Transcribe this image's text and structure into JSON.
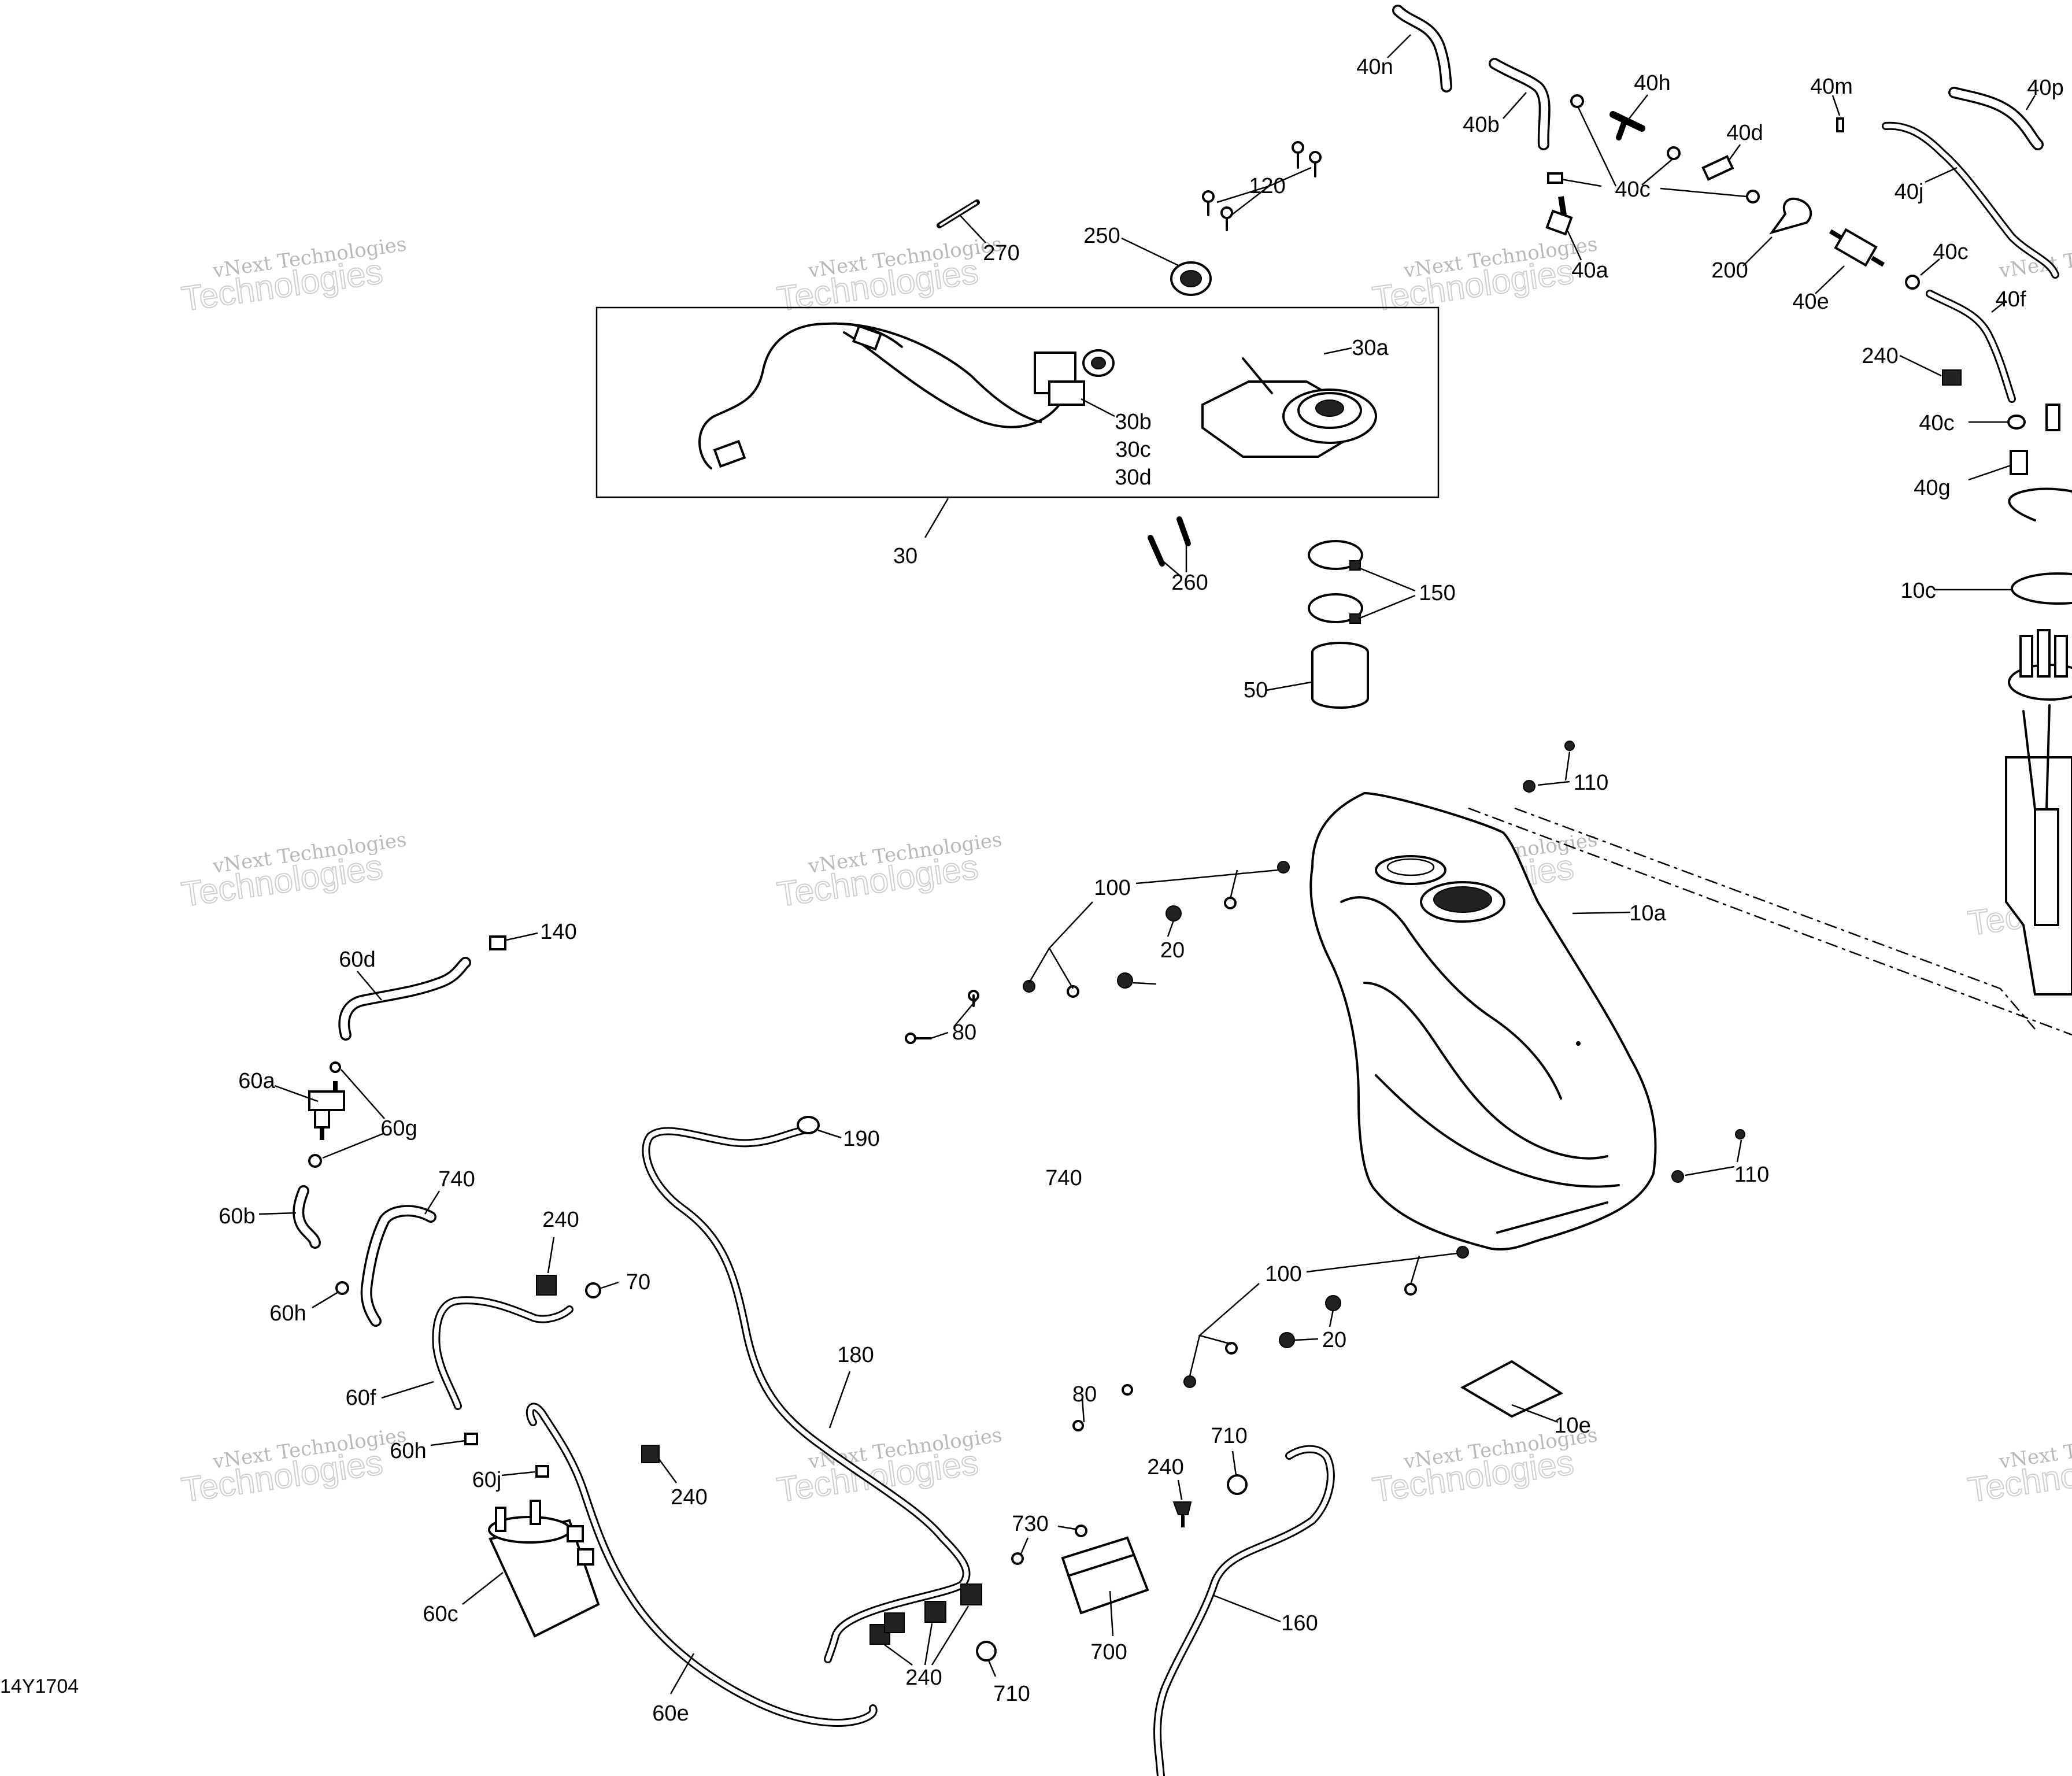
{
  "figure_code": "14Y1704",
  "watermark": {
    "primary": "vNext Technologies",
    "secondary": "Technologies"
  },
  "callouts": {
    "c30": "30",
    "c30a": "30a",
    "c30b": "30b",
    "c30c": "30c",
    "c30d": "30d",
    "c270": "270",
    "c250": "250",
    "c120": "120",
    "c260": "260",
    "c150": "150",
    "c50": "50",
    "c40n": "40n",
    "c40b": "40b",
    "c40h": "40h",
    "c40d": "40d",
    "c40c_top": "40c",
    "c40a": "40a",
    "c40m": "40m",
    "c40p": "40p",
    "c40j": "40j",
    "c200": "200",
    "c40e": "40e",
    "c40c_mid": "40c",
    "c40f": "40f",
    "c240_top": "240",
    "c40c_low": "40c",
    "c40g": "40g",
    "c10c": "10c",
    "c110_top": "110",
    "c10a": "10a",
    "c110_right": "110",
    "c100_top": "100",
    "c20_top": "20",
    "c80_top": "80",
    "c140": "140",
    "c60d": "60d",
    "c60a": "60a",
    "c60g": "60g",
    "c190": "190",
    "c740_center": "740",
    "c740_left": "740",
    "c60b": "60b",
    "c240_mid": "240",
    "c70": "70",
    "c60h_top": "60h",
    "c60f": "60f",
    "c180": "180",
    "c100_bottom": "100",
    "c20_bottom": "20",
    "c10e": "10e",
    "c80_bottom": "80",
    "c60h_bottom": "60h",
    "c60j": "60j",
    "c240_low": "240",
    "c710_top": "710",
    "c240_right": "240",
    "c730": "730",
    "c60c": "60c",
    "c160": "160",
    "c700": "700",
    "c240_bottom": "240",
    "c710_bottom": "710",
    "c60e": "60e"
  }
}
